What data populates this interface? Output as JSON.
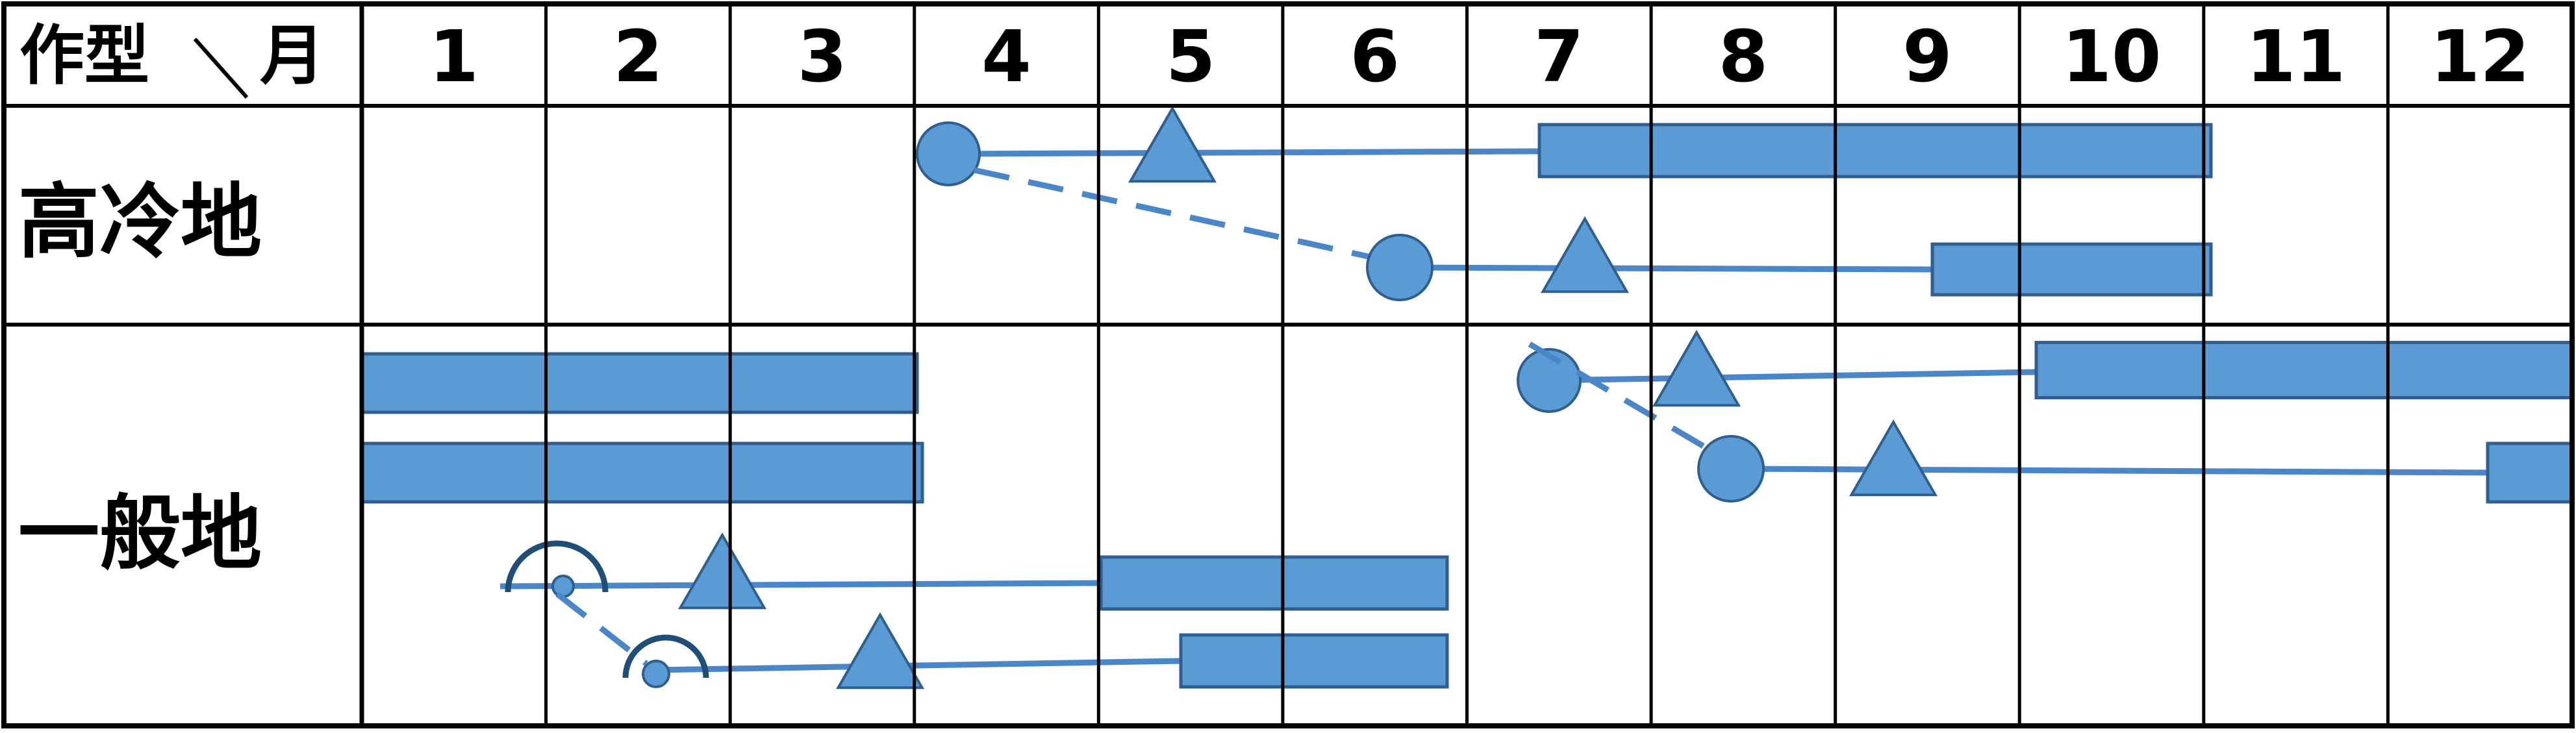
{
  "header": {
    "corner_left": "作型",
    "corner_right": "月",
    "months": [
      "1",
      "2",
      "3",
      "4",
      "5",
      "6",
      "7",
      "8",
      "9",
      "10",
      "11",
      "12"
    ]
  },
  "rows": [
    {
      "label": "高冷地"
    },
    {
      "label": "一般地"
    }
  ],
  "colors": {
    "mark": "#5b9bd5",
    "mark_stroke": "#2e5f8f",
    "line": "#4a86c8",
    "hood": "#1f4e79",
    "grid": "#000000"
  },
  "legend_symbols": {
    "circle": "circle-icon",
    "triangle": "triangle-icon",
    "bar": "bar",
    "tunnel": "tunnel-icon"
  }
}
